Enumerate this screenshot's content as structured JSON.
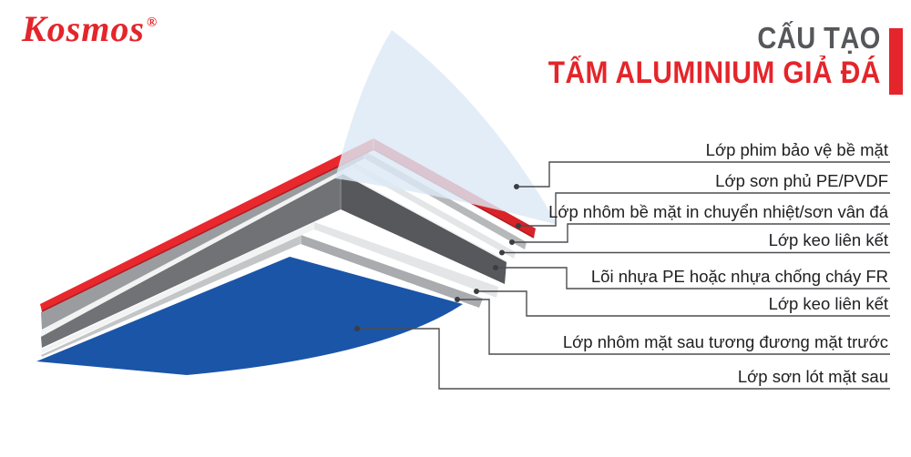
{
  "brand": {
    "name": "Kosmos",
    "registered": "®"
  },
  "title": {
    "line1": "CẤU TẠO",
    "line2": "TẤM ALUMINIUM GIẢ ĐÁ"
  },
  "labels": [
    "Lớp phim bảo vệ bề mặt",
    "Lớp sơn phủ PE/PVDF",
    "Lớp nhôm bề mặt in chuyển nhiệt/sơn vân đá",
    "Lớp keo liên kết",
    "Lõi nhựa PE hoặc nhựa chống cháy FR",
    "Lớp keo liên kết",
    "Lớp nhôm mặt sau tương đương mặt trước",
    "Lớp sơn lót mặt sau"
  ],
  "colors": {
    "brand_red": "#e4252b",
    "title_gray": "#56575b",
    "film_blue": "#dce9f5",
    "red_left": "#e8282d",
    "red_right": "#d82329",
    "alu1_left": "#9b9c9f",
    "alu1_right": "#b6b8ba",
    "white_layer": "#f2f3f3",
    "white_layer_shade": "#e4e5e6",
    "core_left": "#717275",
    "core_right": "#57585b",
    "alu2_left": "#c3c5c7",
    "alu2_right": "#a9abae",
    "panel_blue": "#1a55a8",
    "leader_line": "#4c4d50",
    "leader_dot": "#3c3d40",
    "label_text": "#202022"
  }
}
